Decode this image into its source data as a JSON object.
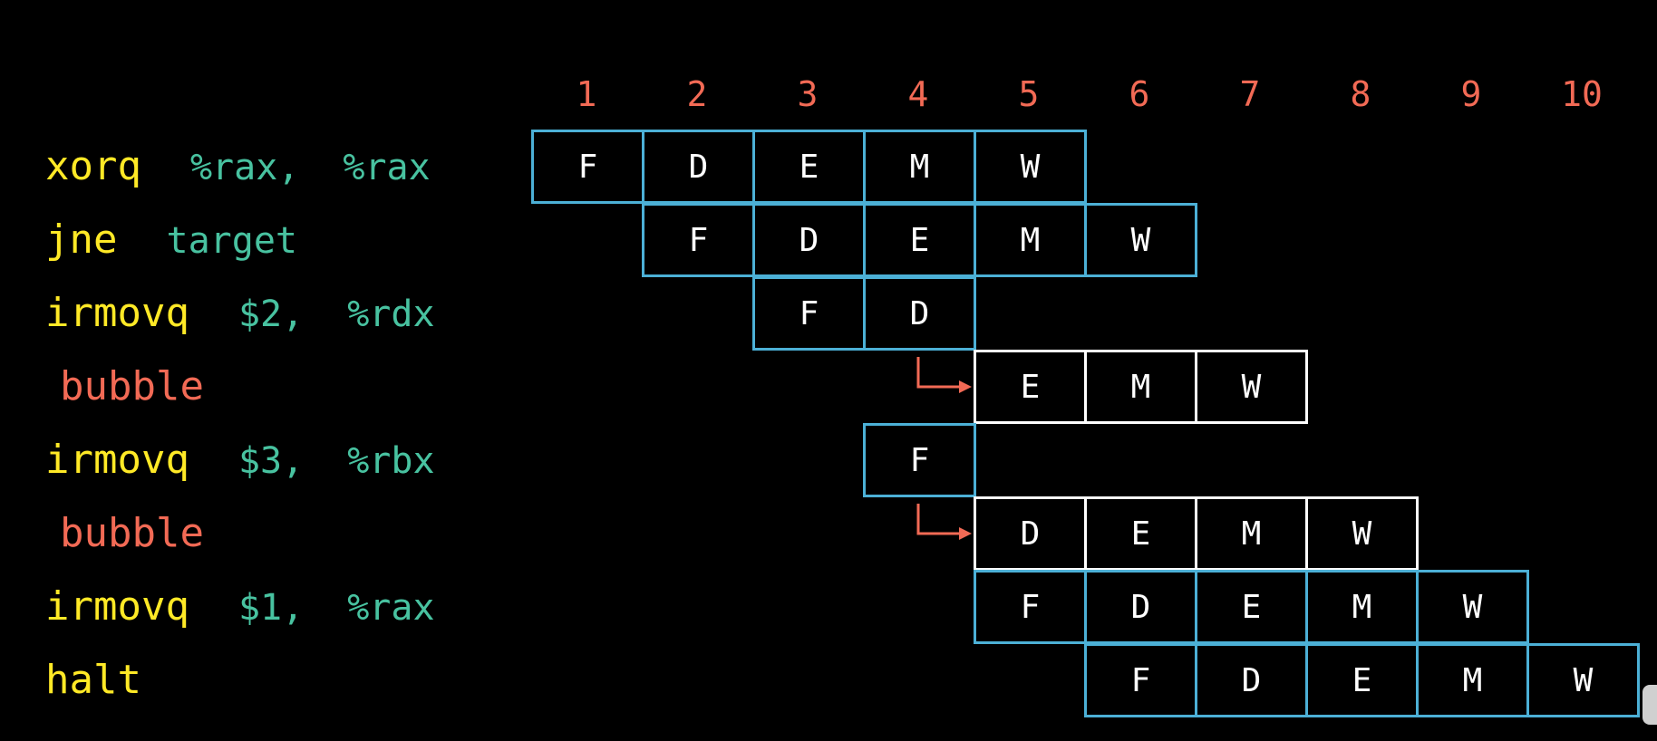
{
  "cycles": [
    "1",
    "2",
    "3",
    "4",
    "5",
    "6",
    "7",
    "8",
    "9",
    "10"
  ],
  "instructions": [
    {
      "kind": "instr",
      "op": "xorq",
      "args": [
        "%rax,",
        "%rax"
      ],
      "start": 1,
      "stages": [
        "F",
        "D",
        "E",
        "M",
        "W"
      ],
      "box": "blue"
    },
    {
      "kind": "instr",
      "op": "jne",
      "args": [
        "target"
      ],
      "start": 2,
      "stages": [
        "F",
        "D",
        "E",
        "M",
        "W"
      ],
      "box": "blue"
    },
    {
      "kind": "instr",
      "op": "irmovq",
      "args": [
        "$2,",
        "%rdx"
      ],
      "start": 3,
      "stages": [
        "F",
        "D"
      ],
      "box": "blue"
    },
    {
      "kind": "bubble",
      "op": "bubble",
      "args": [],
      "start": 5,
      "stages": [
        "E",
        "M",
        "W"
      ],
      "box": "white",
      "arrow_from_cycle": 4
    },
    {
      "kind": "instr",
      "op": "irmovq",
      "args": [
        "$3,",
        "%rbx"
      ],
      "start": 4,
      "stages": [
        "F"
      ],
      "box": "blue"
    },
    {
      "kind": "bubble",
      "op": "bubble",
      "args": [],
      "start": 5,
      "stages": [
        "D",
        "E",
        "M",
        "W"
      ],
      "box": "white",
      "arrow_from_cycle": 4
    },
    {
      "kind": "instr",
      "op": "irmovq",
      "args": [
        "$1,",
        "%rax"
      ],
      "start": 5,
      "stages": [
        "F",
        "D",
        "E",
        "M",
        "W"
      ],
      "box": "blue"
    },
    {
      "kind": "instr",
      "op": "halt",
      "args": [],
      "start": 6,
      "stages": [
        "F",
        "D",
        "E",
        "M",
        "W"
      ],
      "box": "blue"
    }
  ],
  "colors": {
    "opcode": "#ffe926",
    "operand": "#48c2a0",
    "bubble": "#f26a55",
    "cycle_number": "#f26a55",
    "stage_box_blue": "#4cb0d6",
    "stage_box_white": "#ffffff",
    "arrow": "#f26a55",
    "background": "#000000"
  }
}
